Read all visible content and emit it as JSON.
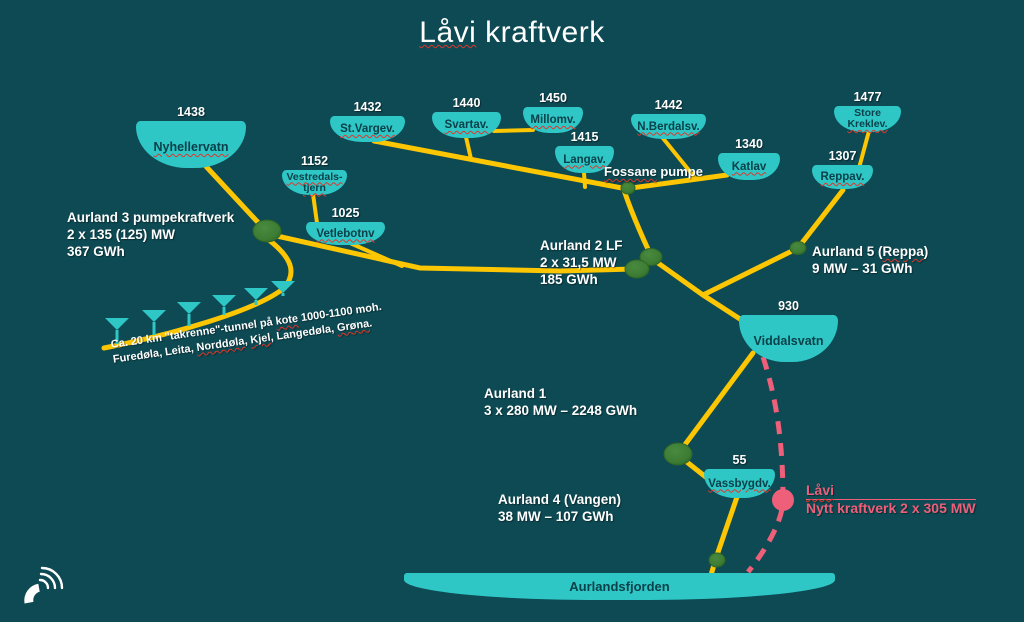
{
  "title": {
    "underlined": "Låvi",
    "rest": " kraftverk"
  },
  "colors": {
    "background": "#0d4a53",
    "reservoir": "#2fc7c6",
    "tunnel": "#fcc602",
    "station": "#3c7c33",
    "station_edge": "#2e6628",
    "new_plant": "#ee5f79",
    "text_dark": "#0a4049",
    "squiggle": "#e0362b"
  },
  "branding": {
    "logo_icon": "radiating-arcs-logo"
  },
  "reservoirs": [
    {
      "id": "nyhellervatn",
      "level": "1438",
      "name": "Nyhellervatn"
    },
    {
      "id": "st-vargev",
      "level": "1432",
      "name": "St.Vargev."
    },
    {
      "id": "svartav",
      "level": "1440",
      "name": "Svartav."
    },
    {
      "id": "millomv",
      "level": "1450",
      "name": "Millomv."
    },
    {
      "id": "langav",
      "level": "1415",
      "name": "Langav."
    },
    {
      "id": "n-berdalsv",
      "level": "1442",
      "name": "N.Berdalsv."
    },
    {
      "id": "katlav",
      "level": "1340",
      "name": "Katlav"
    },
    {
      "id": "store-kreklev",
      "level": "1477",
      "name_line1": "Store",
      "name_line2": "Kreklev."
    },
    {
      "id": "reppav",
      "level": "1307",
      "name": "Reppav."
    },
    {
      "id": "vestredalstjern",
      "level": "1152",
      "name_line1": "Vestredals-",
      "name_line2": "tjern"
    },
    {
      "id": "vetlebotnv",
      "level": "1025",
      "name": "Vetlebotnv"
    },
    {
      "id": "viddalsvatn",
      "level": "930",
      "name": "Viddalsvatn"
    },
    {
      "id": "vassbygdv",
      "level": "55",
      "name": "Vassbygdv."
    },
    {
      "id": "aurlandsfjorden",
      "name": "Aurlandsfjorden"
    }
  ],
  "plants": {
    "aurland3": {
      "name": "Aurland 3 pumpekraftverk",
      "capacity": "2 x 135 (125) MW",
      "energy": "367 GWh"
    },
    "aurland2": {
      "name": "Aurland 2 LF",
      "capacity": "2 x 31,5 MW",
      "energy": "185 GWh"
    },
    "aurland5": {
      "name_prefix": "Aurland 5 (",
      "name_region": "Reppa",
      "name_suffix": ")",
      "capacity": "9 MW – 31 GWh"
    },
    "aurland1": {
      "name": "Aurland 1",
      "capacity": "3 x 280 MW – 2248 GWh"
    },
    "aurland4": {
      "name": "Aurland 4 (Vangen)",
      "capacity": "38 MW – 107 GWh"
    },
    "fossane": {
      "name_word1": "Fossane",
      "name_word2": " pumpe"
    },
    "lavi": {
      "name": "Låvi",
      "description": "Nytt kraftverk 2 x 305 MW"
    }
  },
  "takrenne": {
    "line1_a": "Ca. 20 km \"takrenne\"-tunnel på ",
    "line1_b": "kote",
    "line1_c": " 1000-1100 moh.",
    "line2_a": "Furedøla, Leita, ",
    "line2_b": "Norddøla",
    "line2_c": ", ",
    "line2_d": "Kjel",
    "line2_e": ", Langedøla, ",
    "line2_f": "Grøna",
    "line2_g": "."
  }
}
